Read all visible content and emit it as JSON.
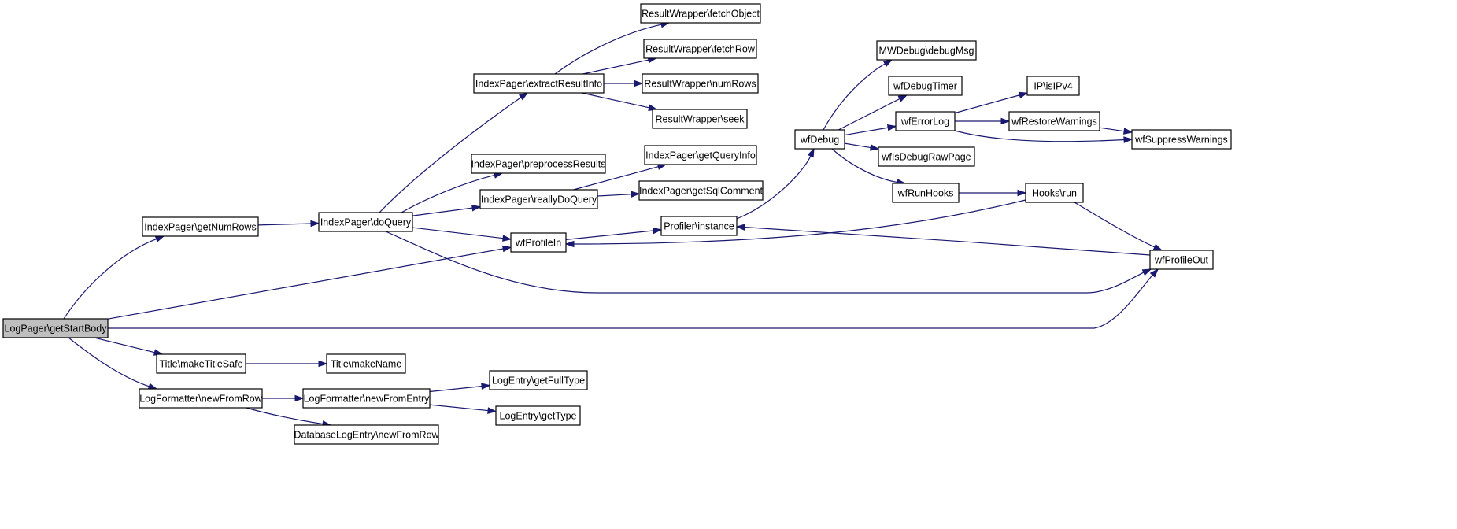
{
  "graph": {
    "edge_color": "#191970",
    "root_fill": "#bfbfbf",
    "nodes": [
      {
        "id": "root",
        "label": "LogPager\\getStartBody",
        "root": true
      },
      {
        "id": "getNumRows",
        "label": "IndexPager\\getNumRows"
      },
      {
        "id": "doQuery",
        "label": "IndexPager\\doQuery"
      },
      {
        "id": "extractResultInfo",
        "label": "IndexPager\\extractResultInfo"
      },
      {
        "id": "fetchObject",
        "label": "ResultWrapper\\fetchObject"
      },
      {
        "id": "fetchRow",
        "label": "ResultWrapper\\fetchRow"
      },
      {
        "id": "numRows",
        "label": "ResultWrapper\\numRows"
      },
      {
        "id": "seek",
        "label": "ResultWrapper\\seek"
      },
      {
        "id": "preprocessResults",
        "label": "IndexPager\\preprocessResults"
      },
      {
        "id": "reallyDoQuery",
        "label": "IndexPager\\reallyDoQuery"
      },
      {
        "id": "getQueryInfo",
        "label": "IndexPager\\getQueryInfo"
      },
      {
        "id": "getSqlComment",
        "label": "IndexPager\\getSqlComment"
      },
      {
        "id": "wfProfileIn",
        "label": "wfProfileIn"
      },
      {
        "id": "profilerInstance",
        "label": "Profiler\\instance"
      },
      {
        "id": "wfDebug",
        "label": "wfDebug"
      },
      {
        "id": "debugMsg",
        "label": "MWDebug\\debugMsg"
      },
      {
        "id": "wfDebugTimer",
        "label": "wfDebugTimer"
      },
      {
        "id": "wfErrorLog",
        "label": "wfErrorLog"
      },
      {
        "id": "isIPv4",
        "label": "IP\\isIPv4"
      },
      {
        "id": "wfRestoreWarnings",
        "label": "wfRestoreWarnings"
      },
      {
        "id": "wfSuppressWarnings",
        "label": "wfSuppressWarnings"
      },
      {
        "id": "wfIsDebugRawPage",
        "label": "wfIsDebugRawPage"
      },
      {
        "id": "wfRunHooks",
        "label": "wfRunHooks"
      },
      {
        "id": "hooksRun",
        "label": "Hooks\\run"
      },
      {
        "id": "wfProfileOut",
        "label": "wfProfileOut"
      },
      {
        "id": "makeTitleSafe",
        "label": "Title\\makeTitleSafe"
      },
      {
        "id": "makeName",
        "label": "Title\\makeName"
      },
      {
        "id": "newFromRow",
        "label": "LogFormatter\\newFromRow"
      },
      {
        "id": "newFromEntry",
        "label": "LogFormatter\\newFromEntry"
      },
      {
        "id": "getFullType",
        "label": "LogEntry\\getFullType"
      },
      {
        "id": "getType",
        "label": "LogEntry\\getType"
      },
      {
        "id": "dbNewFromRow",
        "label": "DatabaseLogEntry\\newFromRow"
      }
    ],
    "edges": [
      {
        "from": "root",
        "to": "getNumRows"
      },
      {
        "from": "root",
        "to": "wfProfileIn"
      },
      {
        "from": "root",
        "to": "wfProfileOut"
      },
      {
        "from": "root",
        "to": "makeTitleSafe"
      },
      {
        "from": "root",
        "to": "newFromRow"
      },
      {
        "from": "getNumRows",
        "to": "doQuery"
      },
      {
        "from": "doQuery",
        "to": "extractResultInfo"
      },
      {
        "from": "doQuery",
        "to": "preprocessResults"
      },
      {
        "from": "doQuery",
        "to": "reallyDoQuery"
      },
      {
        "from": "doQuery",
        "to": "wfProfileIn"
      },
      {
        "from": "doQuery",
        "to": "wfProfileOut"
      },
      {
        "from": "extractResultInfo",
        "to": "fetchObject"
      },
      {
        "from": "extractResultInfo",
        "to": "fetchRow"
      },
      {
        "from": "extractResultInfo",
        "to": "numRows"
      },
      {
        "from": "extractResultInfo",
        "to": "seek"
      },
      {
        "from": "reallyDoQuery",
        "to": "getQueryInfo"
      },
      {
        "from": "reallyDoQuery",
        "to": "getSqlComment"
      },
      {
        "from": "wfProfileIn",
        "to": "profilerInstance"
      },
      {
        "from": "profilerInstance",
        "to": "wfDebug"
      },
      {
        "from": "wfDebug",
        "to": "debugMsg"
      },
      {
        "from": "wfDebug",
        "to": "wfDebugTimer"
      },
      {
        "from": "wfDebug",
        "to": "wfErrorLog"
      },
      {
        "from": "wfDebug",
        "to": "wfIsDebugRawPage"
      },
      {
        "from": "wfDebug",
        "to": "wfRunHooks"
      },
      {
        "from": "wfErrorLog",
        "to": "isIPv4"
      },
      {
        "from": "wfErrorLog",
        "to": "wfRestoreWarnings"
      },
      {
        "from": "wfErrorLog",
        "to": "wfSuppressWarnings"
      },
      {
        "from": "wfRestoreWarnings",
        "to": "wfSuppressWarnings"
      },
      {
        "from": "wfRunHooks",
        "to": "hooksRun"
      },
      {
        "from": "hooksRun",
        "to": "wfProfileIn"
      },
      {
        "from": "hooksRun",
        "to": "wfProfileOut"
      },
      {
        "from": "wfProfileOut",
        "to": "profilerInstance"
      },
      {
        "from": "makeTitleSafe",
        "to": "makeName"
      },
      {
        "from": "newFromRow",
        "to": "newFromEntry"
      },
      {
        "from": "newFromRow",
        "to": "dbNewFromRow"
      },
      {
        "from": "newFromEntry",
        "to": "getFullType"
      },
      {
        "from": "newFromEntry",
        "to": "getType"
      }
    ]
  }
}
